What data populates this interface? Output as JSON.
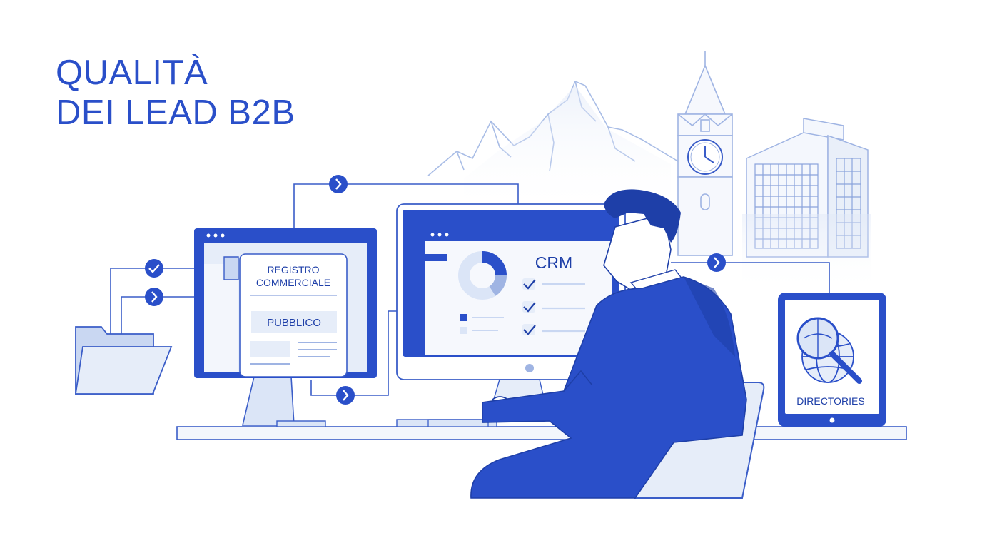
{
  "title": {
    "line1": "QUALITÀ",
    "line2": "DEI LEAD B2B"
  },
  "left_monitor": {
    "doc_line1": "REGISTRO",
    "doc_line2": "COMMERCIALE",
    "doc_badge": "PUBBLICO"
  },
  "center_monitor": {
    "heading": "CRM"
  },
  "tablet": {
    "label": "DIRECTORIES"
  },
  "colors": {
    "primary": "#2a4fc9",
    "dark": "#1e3fa8",
    "light": "#e6edf9",
    "pale": "#f3f6fc",
    "stroke": "#3a5dc8"
  },
  "icons": [
    "folder-icon",
    "check-icon",
    "chevron-right-icon",
    "donut-chart-icon",
    "globe-search-icon",
    "clock-icon",
    "mountain-icon",
    "building-icon"
  ]
}
